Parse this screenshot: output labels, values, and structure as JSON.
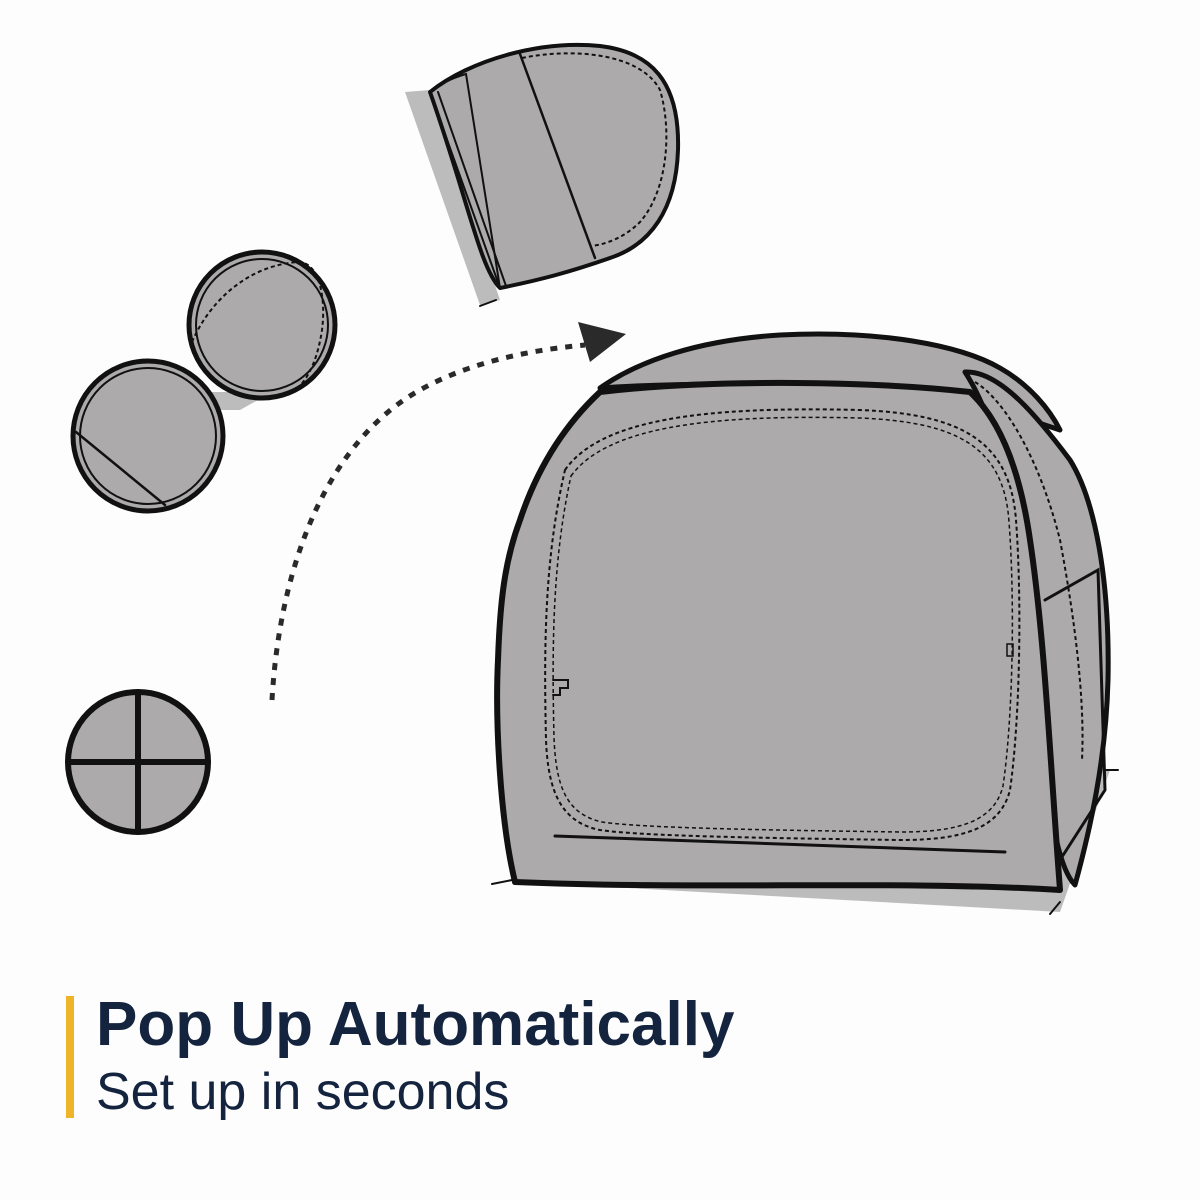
{
  "caption": {
    "title": "Pop Up Automatically",
    "subtitle": "Set up in seconds"
  },
  "colors": {
    "fabric": "#acaaab",
    "fabric_shadow": "#bdbcbc",
    "outline": "#111111",
    "title_text": "#14243f",
    "subtitle_text": "#14243f",
    "accent": "#f0b429"
  },
  "stages": [
    {
      "name": "folded disc",
      "icon": "folded-tent-icon"
    },
    {
      "name": "unfolding loops",
      "icon": "unfolding-tent-icon"
    },
    {
      "name": "half open",
      "icon": "half-open-tent-icon"
    },
    {
      "name": "fully open tent",
      "icon": "tent-icon"
    }
  ],
  "arrow_icon": "dashed-arrow-icon"
}
